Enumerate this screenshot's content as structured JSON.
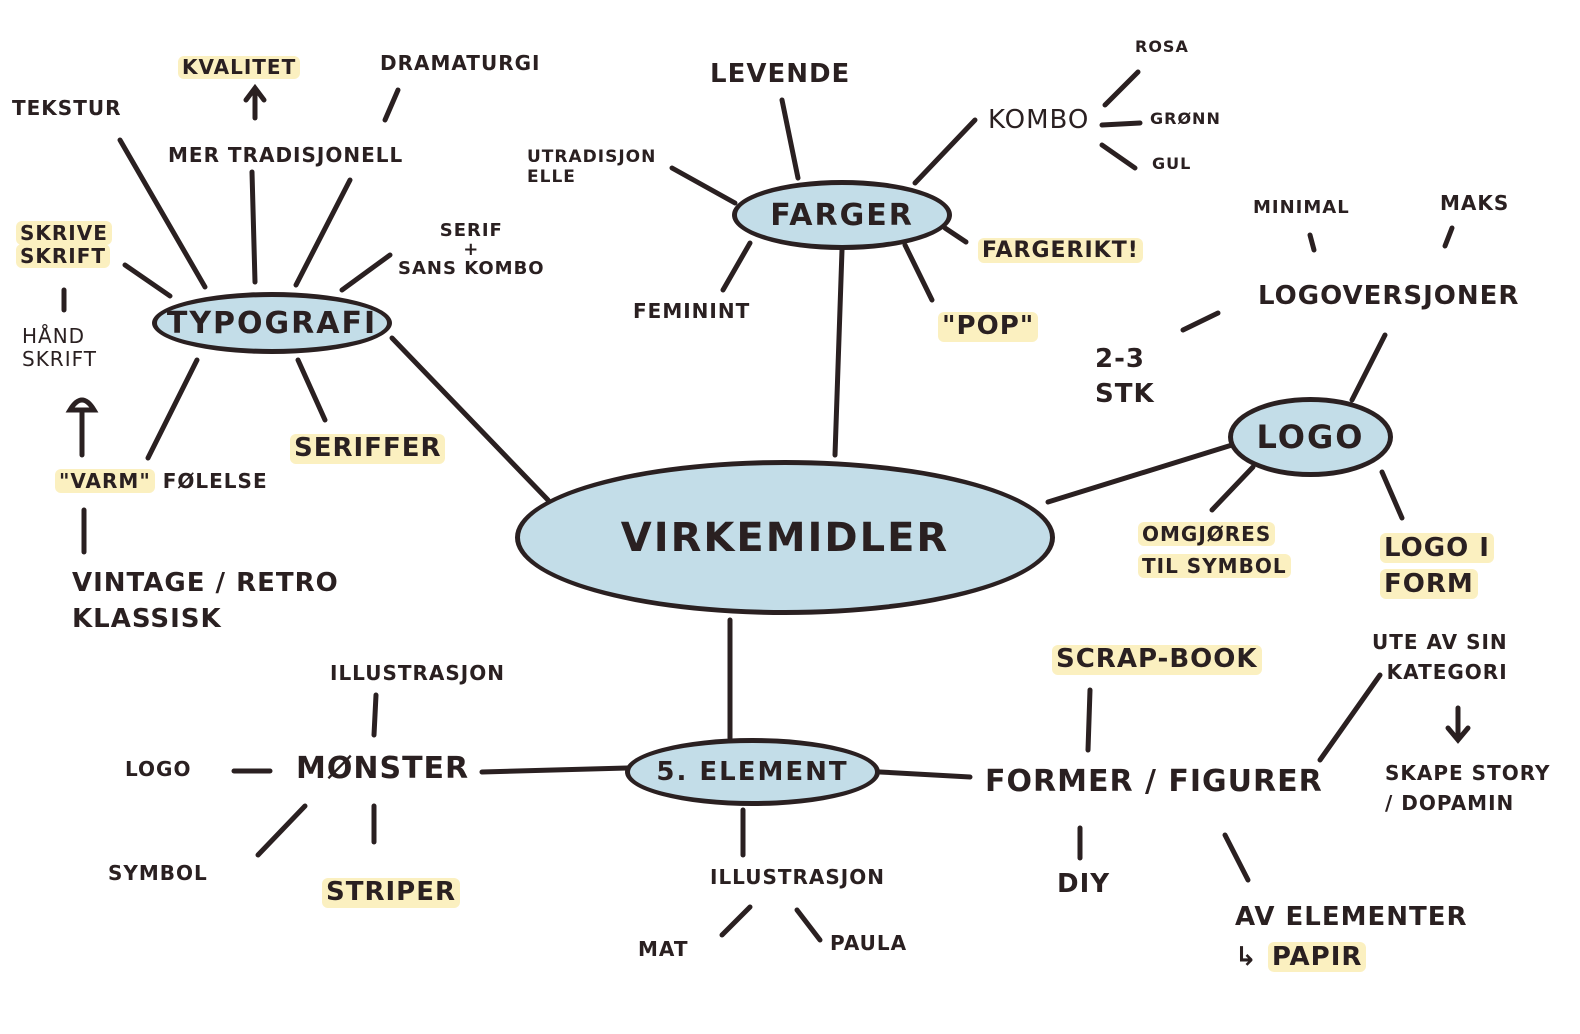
{
  "center": "VIRKEMIDLER",
  "typografi": {
    "title": "TYPOGRAFI",
    "kvalitet": "KVALITET",
    "dramaturgi": "DRAMATURGI",
    "tekstur": "TEKSTUR",
    "mer_tradisjonell": "MER TRADISJONELL",
    "skriveskrift": [
      "SKRIVE",
      "SKRIFT"
    ],
    "handskrift": [
      "HÅND",
      "SKRIFT"
    ],
    "serif_sans": [
      "SERIF",
      "+",
      "SANS",
      "KOMBO"
    ],
    "seriffer": "SERIFFER",
    "varm": "\"VARM\"",
    "folelse": "FØLELSE",
    "vintage": [
      "VINTAGE / RETRO",
      "KLASSISK"
    ]
  },
  "farger": {
    "title": "FARGER",
    "levende": "LEVENDE",
    "utradisjonelle": [
      "UTRADISJON",
      "ELLE"
    ],
    "feminint": "FEMININT",
    "pop": "\"POP\"",
    "fargerikt": "FARGERIKT!",
    "kombo": "KOMBO",
    "rosa": "ROSA",
    "gronn": "GRØNN",
    "gul": "GUL"
  },
  "logo": {
    "title": "LOGO",
    "minimal": "MINIMAL",
    "maks": "MAKS",
    "logoversjoner": "LOGOVERSJONER",
    "antall": [
      "2-3",
      "STK"
    ],
    "omgjores": [
      "OMGJØRES",
      "TIL SYMBOL"
    ],
    "logo_form": [
      "LOGO I",
      "FORM"
    ]
  },
  "element": {
    "title": "5. ELEMENT",
    "monster": "MØNSTER",
    "illustrasjon_m": "ILLUSTRASJON",
    "logo": "LOGO",
    "symbol": "SYMBOL",
    "striper": "STRIPER",
    "illustrasjon": "ILLUSTRASJON",
    "mat": "MAT",
    "paula": "PAULA",
    "former": "FORMER / FIGURER",
    "scrapbook": "SCRAP-BOOK",
    "diy": "DIY",
    "av_elementer": "AV ELEMENTER",
    "papir_arrow": "↳",
    "papir": "PAPIR",
    "ute": [
      "UTE AV SIN",
      "KATEGORI"
    ],
    "skape": [
      "SKAPE STORY",
      "/ DOPAMIN"
    ]
  },
  "colors": {
    "ink": "#2a2021",
    "node_fill": "#c3dde8",
    "highlight": "#fbf0c0"
  }
}
